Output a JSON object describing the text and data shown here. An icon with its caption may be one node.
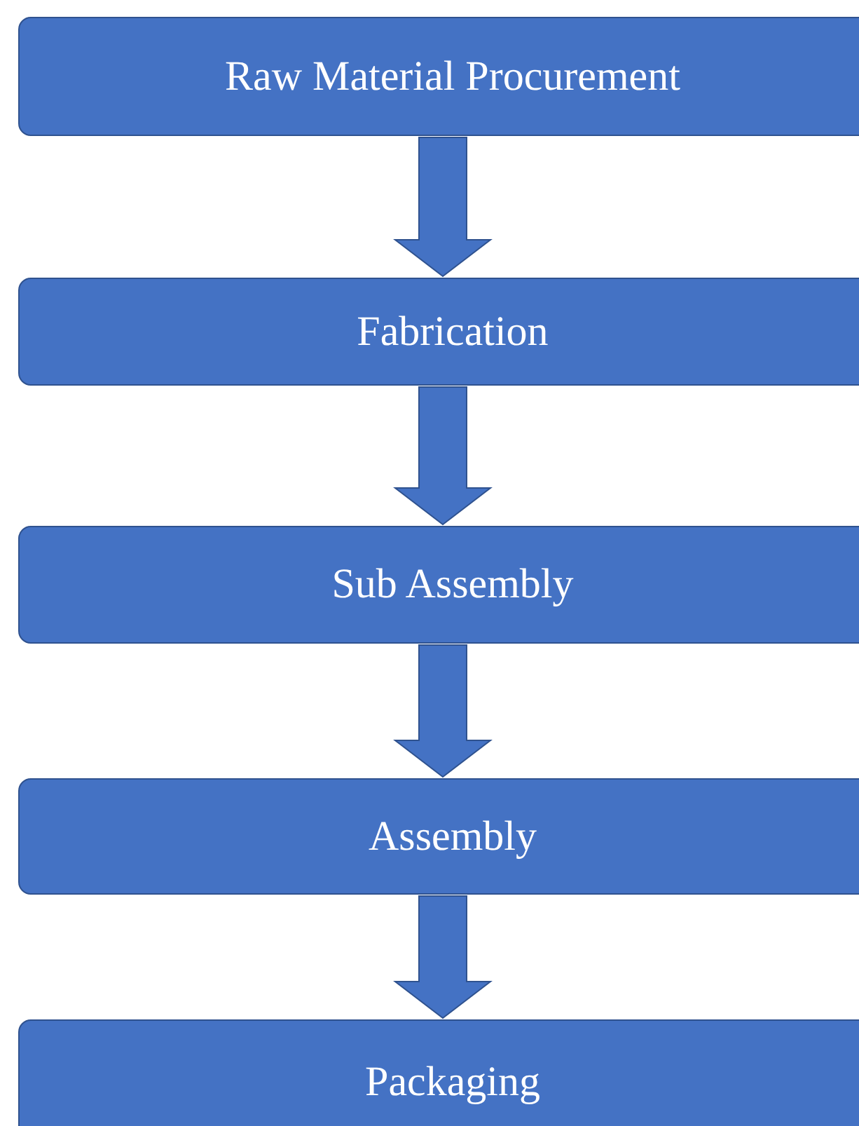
{
  "diagram": {
    "nodes": [
      {
        "text": [
          "Raw Material Procurement"
        ]
      },
      {
        "text": [
          "Fabrication"
        ]
      },
      {
        "text": [
          "Sub Assembly"
        ]
      },
      {
        "text": [
          "Assembly"
        ]
      },
      {
        "text": [
          "Packaging"
        ]
      }
    ],
    "edges": [
      {
        "from": 0,
        "to": 1,
        "arrow": "to"
      },
      {
        "from": 1,
        "to": 2,
        "arrow": "to"
      },
      {
        "from": 2,
        "to": 3,
        "arrow": "to"
      },
      {
        "from": 3,
        "to": 4,
        "arrow": "to"
      }
    ]
  }
}
